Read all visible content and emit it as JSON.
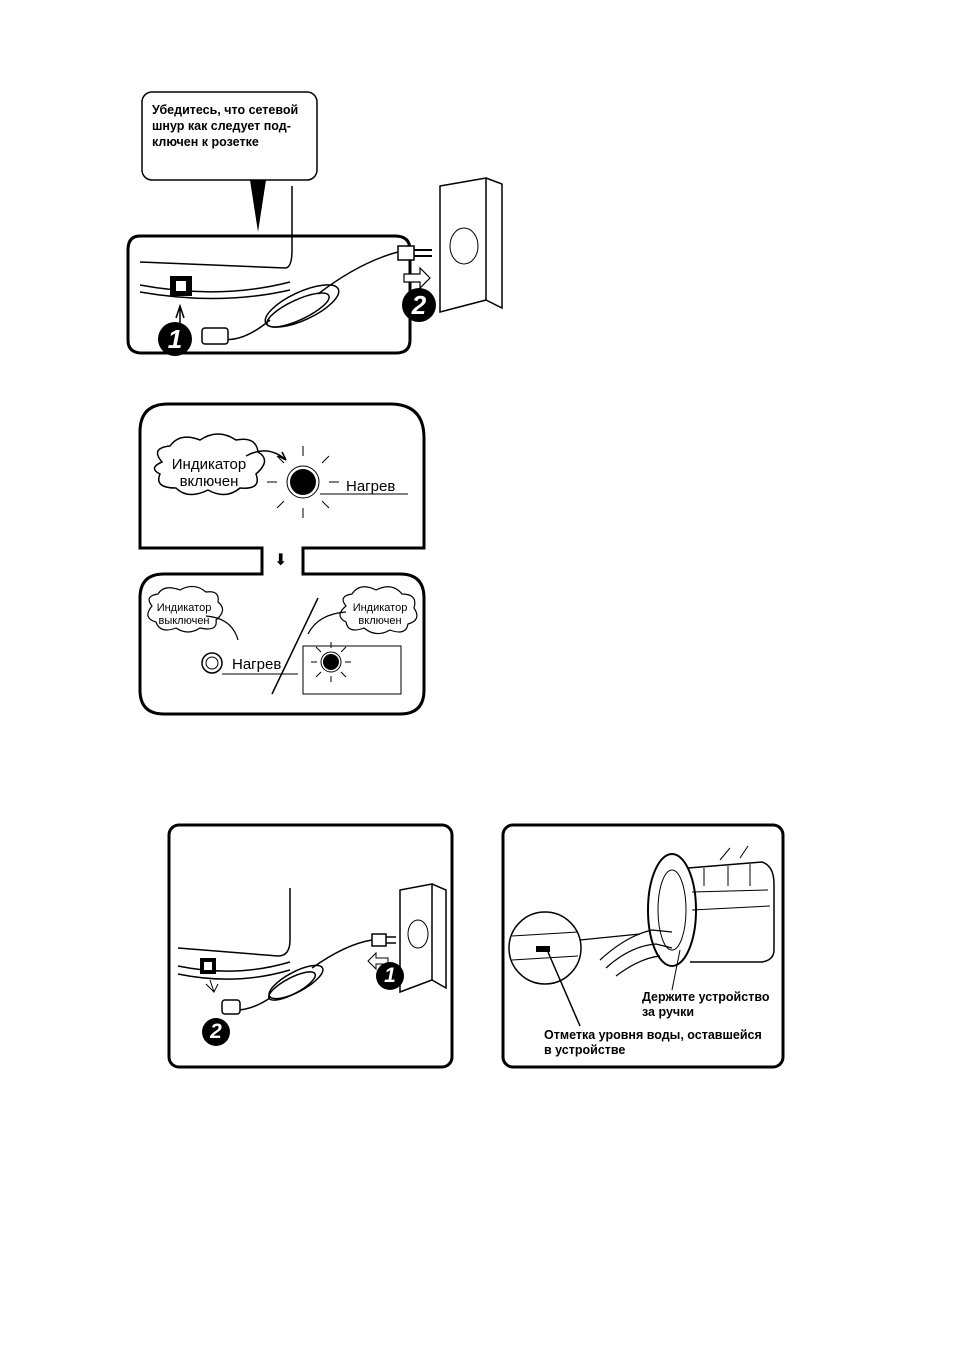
{
  "figure1": {
    "callout": "Убедитесь, что сетевой\nшнур как следует под-\nключен к розетке",
    "step1": "1",
    "step2": "2"
  },
  "figure2": {
    "top_cloud": "Индикатор\nвключен",
    "top_label": "Нагрев",
    "arrow": "⬇",
    "left_cloud": "Индикатор\nвыключен",
    "bottom_label": "Нагрев",
    "right_cloud": "Индикатор\nвключен"
  },
  "figure3": {
    "step1": "1",
    "step2": "2"
  },
  "figure4": {
    "caption_handles": "Держите устройство\nза ручки",
    "caption_level": "Отметка уровня воды, оставшейся\nв устройстве"
  }
}
